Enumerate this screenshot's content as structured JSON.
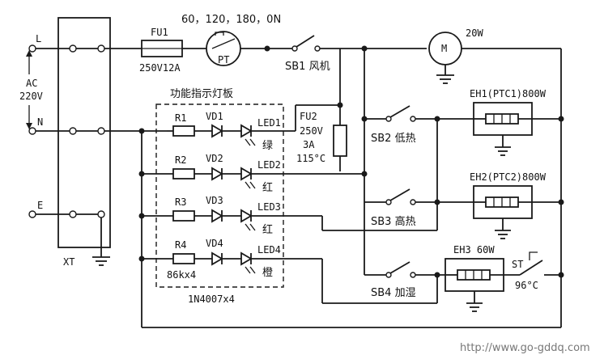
{
  "labels": {
    "L": "L",
    "N": "N",
    "E": "E",
    "ac": "AC",
    "ac_v": "220V",
    "xt": "XT",
    "fu1": "FU1",
    "fu1_rating": "250V12A",
    "timer_steps": "60，120，180，0N",
    "pt": "PT",
    "sb1": "SB1 风机",
    "motor": "M",
    "motor_power": "20W",
    "panel_title": "功能指示灯板",
    "r1": "R1",
    "r2": "R2",
    "r3": "R3",
    "r4": "R4",
    "r_value": "86kx4",
    "vd1": "VD1",
    "vd2": "VD2",
    "vd3": "VD3",
    "vd4": "VD4",
    "diode_type": "1N4007x4",
    "led1": "LED1",
    "led2": "LED2",
    "led3": "LED3",
    "led4": "LED4",
    "led1_color": "绿",
    "led2_color": "红",
    "led3_color": "红",
    "led4_color": "橙",
    "fu2": "FU2",
    "fu2_v": "250V",
    "fu2_a": "3A",
    "fu2_t": "115°C",
    "sb2": "SB2 低热",
    "sb3": "SB3 高热",
    "sb4": "SB4 加湿",
    "eh1": "EH1(PTC1)800W",
    "eh2": "EH2(PTC2)800W",
    "eh3": "EH3  60W",
    "st": "ST",
    "st_temp": "96°C",
    "watermark": "http://www.go-gddq.com"
  }
}
